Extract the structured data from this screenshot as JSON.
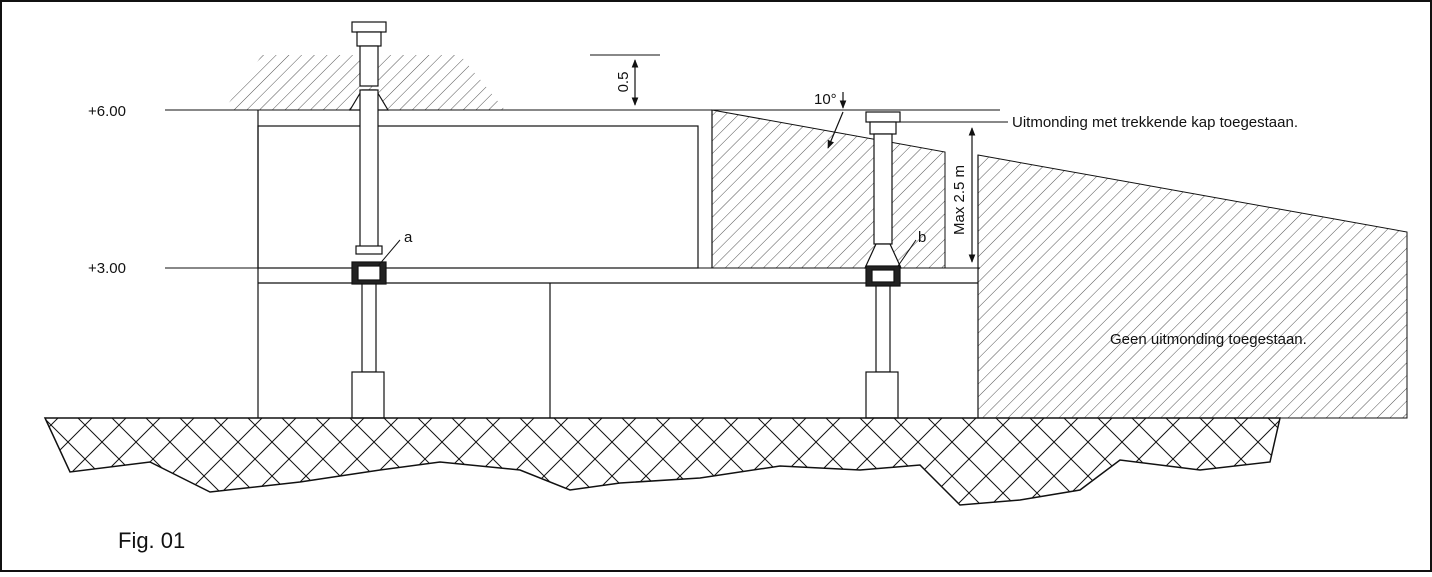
{
  "levels": {
    "top": "+6.00",
    "mid": "+3.00"
  },
  "dimensions": {
    "height_above_roof": "0.5",
    "max_height": "Max 2.5 m",
    "angle": "10°"
  },
  "markers": {
    "a": "a",
    "b": "b"
  },
  "notes": {
    "allowed": "Uitmonding met trekkende kap toegestaan.",
    "not_allowed": "Geen uitmonding toegestaan."
  },
  "figure_label": "Fig. 01",
  "colors": {
    "line": "#111111",
    "hatch": "#444444",
    "background": "#ffffff"
  }
}
